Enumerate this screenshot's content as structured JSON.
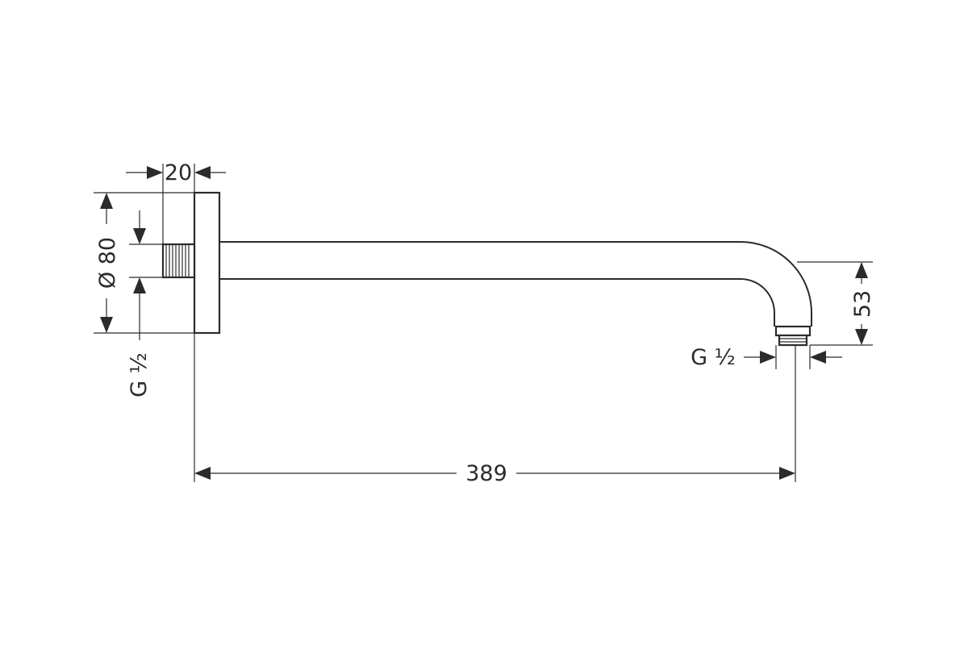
{
  "drawing": {
    "dimensions": {
      "flange_depth": "20",
      "flange_diameter": "Ø 80",
      "outlet_drop": "53",
      "arm_length": "389",
      "wall_thread": "G ½",
      "outlet_thread": "G ½"
    }
  }
}
